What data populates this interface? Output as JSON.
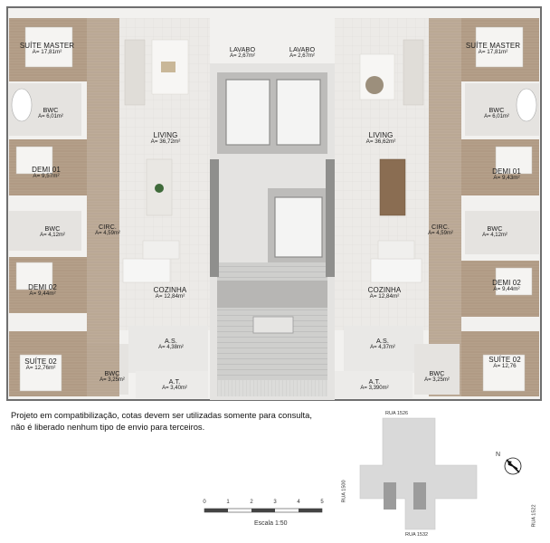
{
  "note": {
    "line1": "Projeto em compatibilização, cotas devem ser utilizadas somente para consulta,",
    "line2": "não é liberado  nenhum tipo de envio para terceiros."
  },
  "scale": {
    "ticks": [
      "0",
      "1",
      "2",
      "3",
      "4",
      "5"
    ],
    "caption": "Escala 1:50"
  },
  "site_plan": {
    "streets": [
      "RUA 1526",
      "RUA 1500",
      "RUA 1532",
      "RUA 1522"
    ],
    "north": "N"
  },
  "rooms": [
    {
      "name": "SUÍTE MASTER",
      "area": "A= 17,81m²"
    },
    {
      "name": "BWC",
      "area": "A= 6,01m²"
    },
    {
      "name": "DEMI 01",
      "area": "A= 9,57m²"
    },
    {
      "name": "BWC",
      "area": "A= 4,12m²"
    },
    {
      "name": "CIRC.",
      "area": "A= 4,59m²"
    },
    {
      "name": "DEMI 02",
      "area": "A= 9,44m²"
    },
    {
      "name": "SUÍTE 02",
      "area": "A= 12,76m²"
    },
    {
      "name": "BWC",
      "area": "A= 3,25m²"
    },
    {
      "name": "LIVING",
      "area": "A= 36,72m²"
    },
    {
      "name": "COZINHA",
      "area": "A= 12,84m²"
    },
    {
      "name": "A.S.",
      "area": "A= 4,38m²"
    },
    {
      "name": "A.T.",
      "area": "A= 3,40m²"
    },
    {
      "name": "LAVABO",
      "area": "A= 2,67m²"
    },
    {
      "name": "LAVABO",
      "area": "A= 2,67m²"
    },
    {
      "name": "LIVING",
      "area": "A= 36,62m²"
    },
    {
      "name": "CIRC.",
      "area": "A= 4,59m²"
    },
    {
      "name": "COZINHA",
      "area": "A= 12,84m²"
    },
    {
      "name": "A.S.",
      "area": "A= 4,37m²"
    },
    {
      "name": "A.T.",
      "area": "A= 3,390m²"
    },
    {
      "name": "SUÍTE MASTER",
      "area": "A= 17,81m²"
    },
    {
      "name": "BWC",
      "area": "A= 6,01m²"
    },
    {
      "name": "DEMI 01",
      "area": "A= 9,43m²"
    },
    {
      "name": "BWC",
      "area": "A= 4,12m²"
    },
    {
      "name": "DEMI 02",
      "area": "A= 9,44m²"
    },
    {
      "name": "SUÍTE 02",
      "area": "A= 12,76"
    },
    {
      "name": "BWC",
      "area": "A= 3,25m²"
    }
  ]
}
